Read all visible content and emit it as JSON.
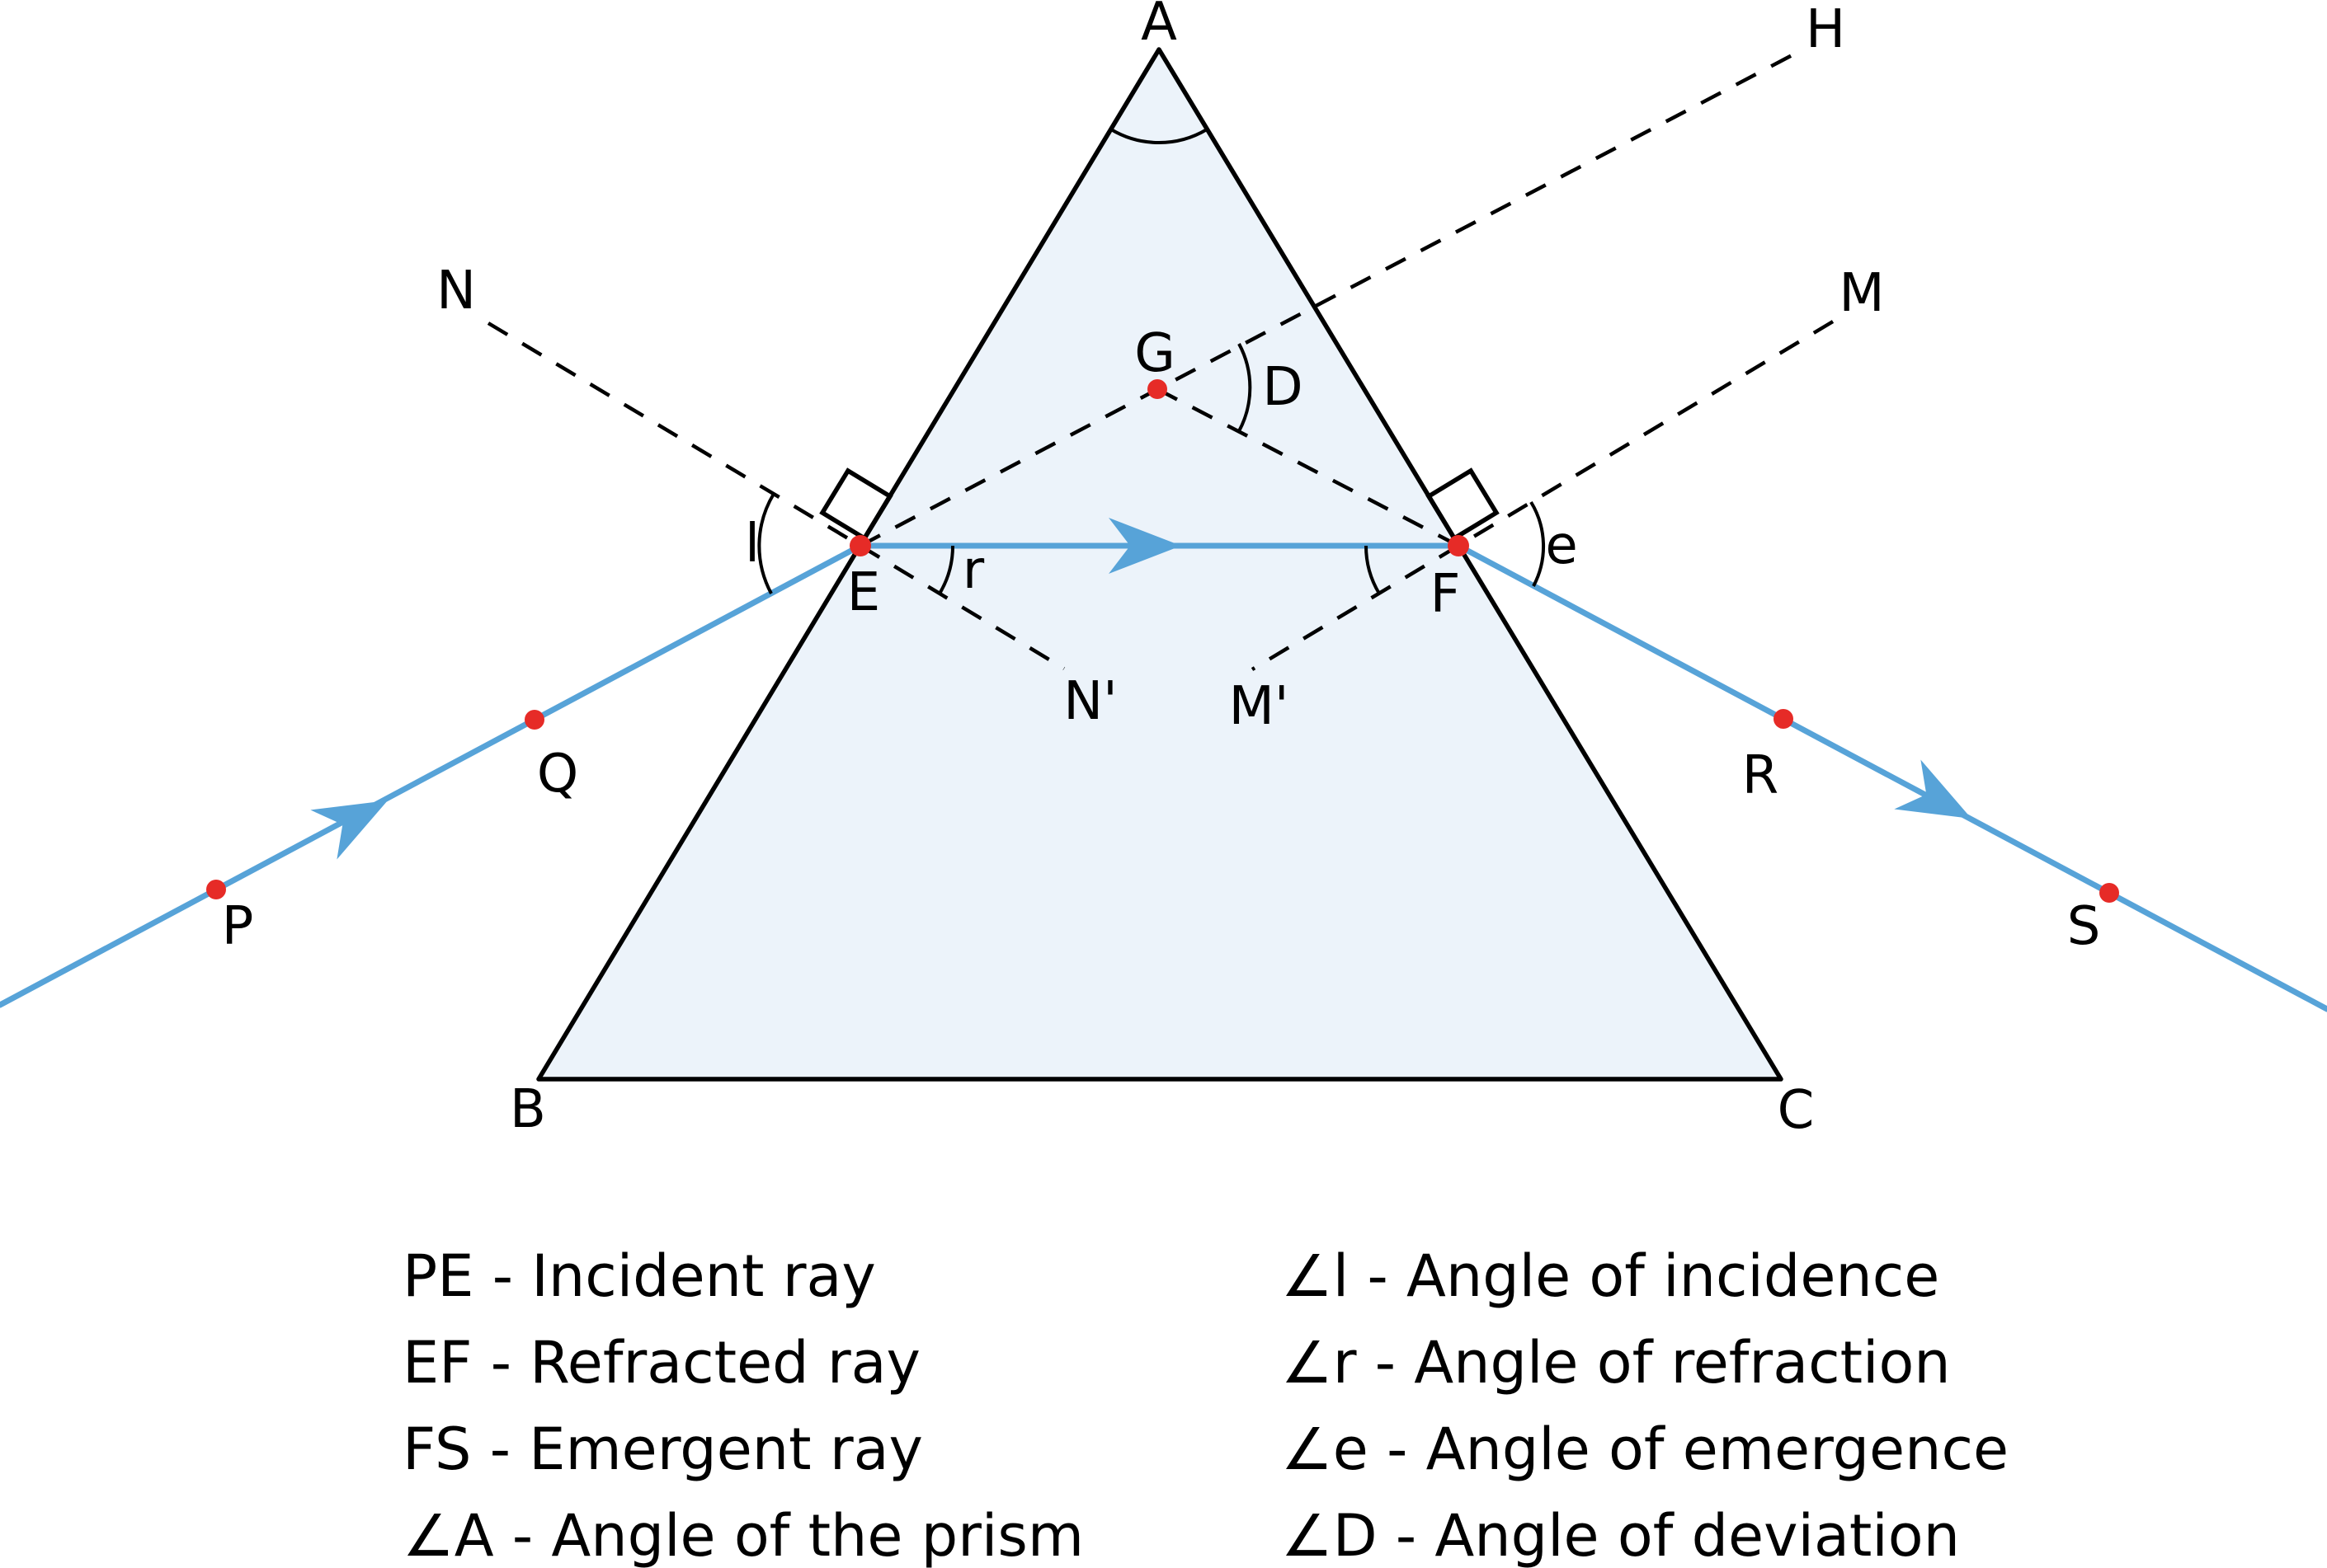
{
  "labels": {
    "A": "A",
    "B": "B",
    "C": "C",
    "P": "P",
    "Q": "Q",
    "E": "E",
    "F": "F",
    "G": "G",
    "R": "R",
    "S": "S",
    "H": "H",
    "M": "M",
    "M_prime": "M'",
    "N": "N",
    "N_prime": "N'"
  },
  "angles": {
    "incidence": "l",
    "refraction": "r",
    "emergence": "e",
    "deviation": "D"
  },
  "colors": {
    "ray": "#57a3d8",
    "prism_fill": "#ecf3fa",
    "point": "#e62b27",
    "ink": "#000000"
  },
  "legend": {
    "left": [
      "PE - Incident ray",
      "EF - Refracted ray",
      "FS - Emergent ray",
      "∠A - Angle of the prism"
    ],
    "right": [
      "∠l - Angle of incidence",
      "∠r - Angle of refraction",
      "∠e - Angle of emergence",
      "∠D - Angle of deviation"
    ]
  }
}
